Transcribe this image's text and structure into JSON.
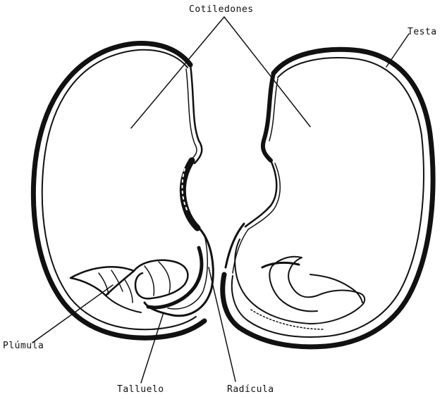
{
  "labels": {
    "cotiledones": "Cotiledones",
    "testa": "Testa",
    "plumula": "Plúmula",
    "talluelo": "Talluelo",
    "radicula": "Radícula"
  },
  "colors": {
    "ink": "#111111",
    "background": "#ffffff"
  }
}
